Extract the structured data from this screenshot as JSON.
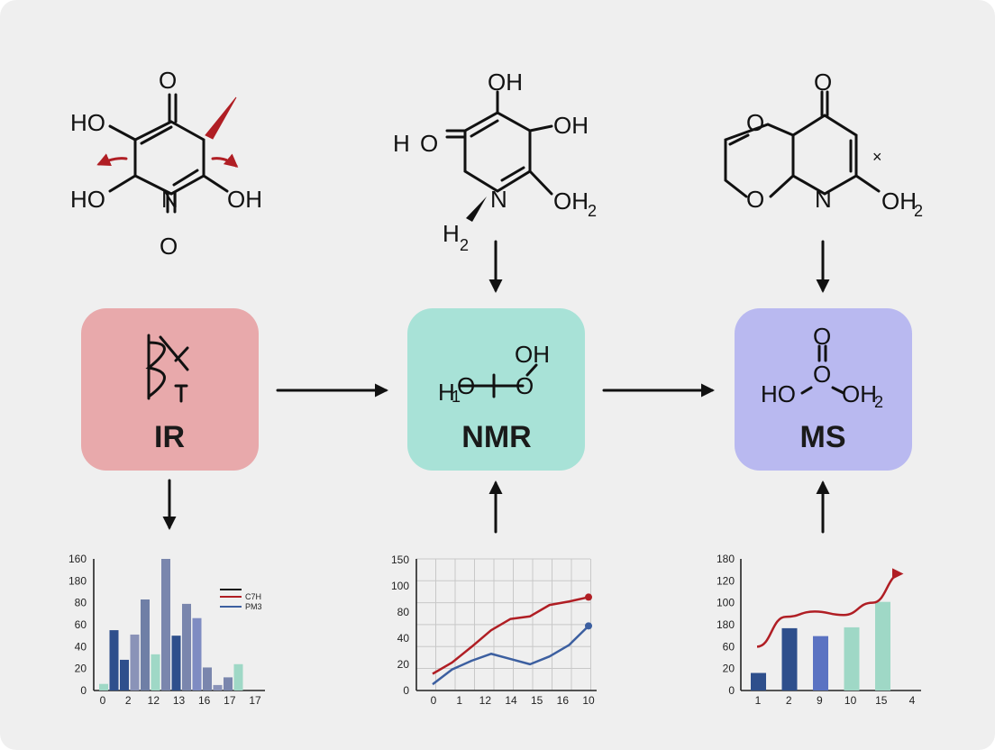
{
  "colors": {
    "background": "#efefef",
    "ir_box": "#e8a9ab",
    "nmr_box": "#a8e2d7",
    "ms_box": "#b9b9f0",
    "red_line": "#b01e24",
    "blue_line": "#3c5fa0"
  },
  "molecules": {
    "left": {
      "labels": [
        "O",
        "HO",
        "HO",
        "N",
        "OH",
        "O"
      ]
    },
    "middle": {
      "labels": [
        "OH",
        "H",
        "O",
        "OH",
        "N",
        "OH",
        "2",
        "H",
        "2"
      ]
    },
    "right": {
      "labels": [
        "O",
        "OH",
        "O",
        "N",
        "OH",
        "2",
        "×"
      ]
    }
  },
  "boxes": {
    "ir": {
      "label": "IR"
    },
    "nmr": {
      "label": "NMR",
      "formula": [
        "OH",
        "H",
        "1",
        "O"
      ]
    },
    "ms": {
      "label": "MS",
      "formula": [
        "O",
        "O",
        "HO",
        "OH",
        "2"
      ]
    }
  },
  "chart_data": [
    {
      "type": "bar",
      "y_ticks": [
        "160",
        "180",
        "80",
        "60",
        "40",
        "20",
        "0"
      ],
      "x_ticks": [
        "0",
        "2",
        "12",
        "13",
        "16",
        "17",
        "17"
      ],
      "legend": [
        "C7H",
        "PM3"
      ],
      "bars": [
        {
          "v": 6,
          "c": "#9fd8c6"
        },
        {
          "v": 55,
          "c": "#2e4f8c"
        },
        {
          "v": 28,
          "c": "#2e4f8c"
        },
        {
          "v": 51,
          "c": "#8a93b8"
        },
        {
          "v": 83,
          "c": "#6f7fa6"
        },
        {
          "v": 33,
          "c": "#9fd8c6"
        },
        {
          "v": 120,
          "c": "#7a86ad"
        },
        {
          "v": 50,
          "c": "#2e4f8c"
        },
        {
          "v": 79,
          "c": "#7a86ad"
        },
        {
          "v": 66,
          "c": "#7f8cc2"
        },
        {
          "v": 21,
          "c": "#7a86ad"
        },
        {
          "v": 5,
          "c": "#8a93b8"
        },
        {
          "v": 12,
          "c": "#7a86ad"
        },
        {
          "v": 24,
          "c": "#9fd8c6"
        }
      ]
    },
    {
      "type": "line",
      "y_ticks": [
        "150",
        "100",
        "80",
        "40",
        "20",
        "0"
      ],
      "x_ticks": [
        "0",
        "1",
        "12",
        "14",
        "15",
        "16",
        "10"
      ],
      "series": [
        {
          "color": "#b01e24",
          "values": [
            15,
            28,
            46,
            65,
            78,
            81,
            94,
            98,
            103
          ]
        },
        {
          "color": "#3c5fa0",
          "values": [
            3,
            20,
            30,
            38,
            32,
            26,
            35,
            48,
            70
          ]
        }
      ]
    },
    {
      "type": "bar",
      "y_ticks": [
        "180",
        "120",
        "100",
        "180",
        "60",
        "20",
        "0"
      ],
      "x_ticks": [
        "1",
        "2",
        "9",
        "10",
        "15",
        "4"
      ],
      "bars": [
        {
          "v": 20,
          "c": "#2e4f8c"
        },
        {
          "v": 71,
          "c": "#2e4f8c"
        },
        {
          "v": 62,
          "c": "#5b73c2"
        },
        {
          "v": 72,
          "c": "#9fd8c6"
        },
        {
          "v": 101,
          "c": "#9fd8c6"
        }
      ],
      "trend": [
        50,
        84,
        90,
        86,
        100,
        133
      ]
    }
  ]
}
